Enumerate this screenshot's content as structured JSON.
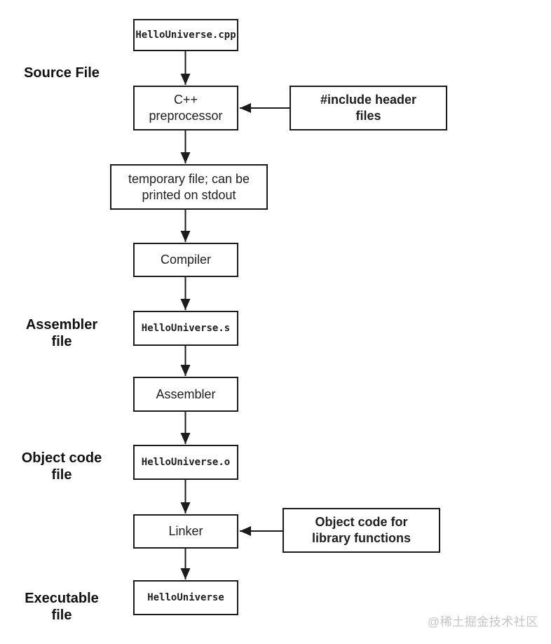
{
  "diagram": {
    "title_semantic": "cpp-compilation-flowchart",
    "nodes": {
      "source_file_box": "HelloUniverse.cpp",
      "preprocessor": "C++\npreprocessor",
      "include_header": "#include header\nfiles",
      "temp_file": "temporary file; can be\nprinted on stdout",
      "compiler": "Compiler",
      "assembler_file_box": "HelloUniverse.s",
      "assembler": "Assembler",
      "object_file_box": "HelloUniverse.o",
      "linker": "Linker",
      "object_code_lib": "Object code for\nlibrary functions",
      "executable_box": "HelloUniverse"
    },
    "stage_labels": {
      "source_file": "Source File",
      "assembler_file": "Assembler\nfile",
      "object_code_file": "Object code\nfile",
      "executable_file": "Executable\nfile"
    },
    "colors": {
      "line": "#1b1b1b",
      "background": "#ffffff",
      "watermark": "#c4c4c4"
    }
  },
  "watermark": "@稀土掘金技术社区"
}
